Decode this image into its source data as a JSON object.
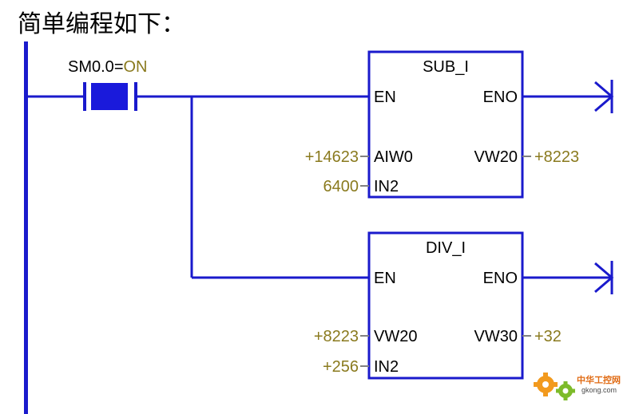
{
  "title": "简单编程如下：",
  "contact": {
    "name": "SM0.0",
    "eq": "=",
    "state": "ON"
  },
  "blocks": [
    {
      "name": "SUB_I",
      "en": "EN",
      "eno": "ENO",
      "in1_pin": "AIW0",
      "in1_val": "+14623",
      "in2_pin": "IN2",
      "in2_val": "6400",
      "out_pin": "VW20",
      "out_val": "+8223"
    },
    {
      "name": "DIV_I",
      "en": "EN",
      "eno": "ENO",
      "in1_pin": "VW20",
      "in1_val": "+8223",
      "in2_pin": "IN2",
      "in2_val": "+256",
      "out_pin": "VW30",
      "out_val": "+32"
    }
  ],
  "watermark": {
    "cn": "中华工控网",
    "url": "gkong.com"
  },
  "colors": {
    "wire": "#1a1acc",
    "contact_fill": "#1a1adb",
    "value": "#8a7a1e",
    "gear_orange": "#f29a1e",
    "gear_green": "#7dbb2a"
  }
}
